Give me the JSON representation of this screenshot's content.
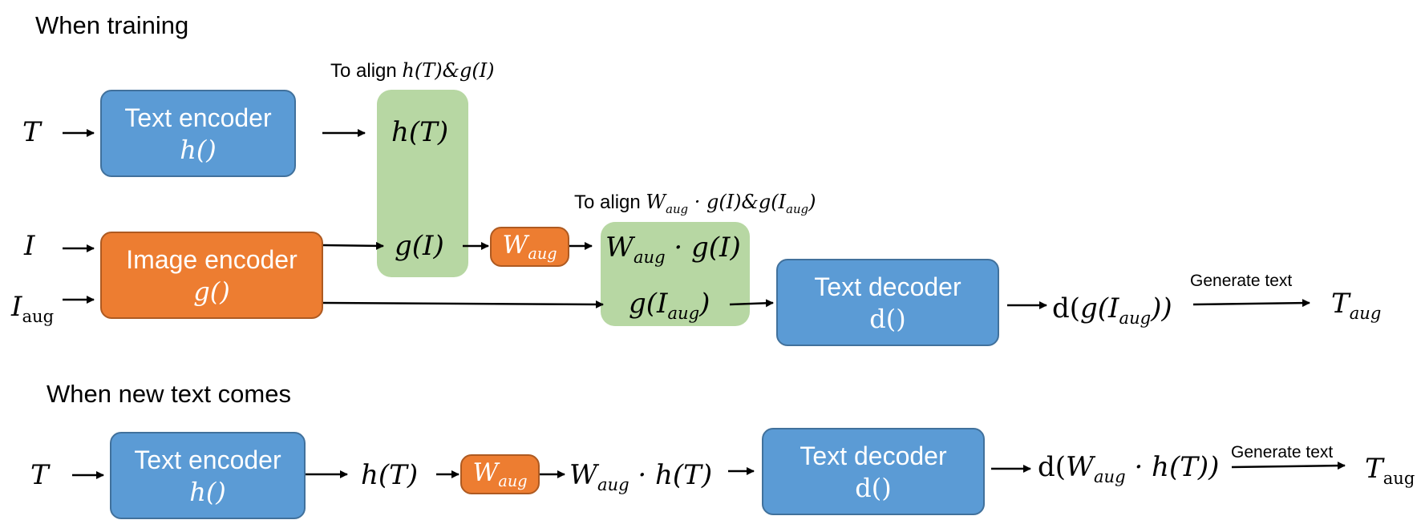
{
  "sections": {
    "training": "When training",
    "new_text": "When new text comes"
  },
  "training": {
    "input_T": "T",
    "input_I": "I",
    "input_Iaug_base": "I",
    "input_Iaug_sub": "aug",
    "text_encoder": {
      "title": "Text encoder",
      "func": "h()"
    },
    "image_encoder": {
      "title": "Image encoder",
      "func": "g()"
    },
    "align1_prefix": "To align",
    "align1_math": "h(T)&g(I)",
    "hT": "h(T)",
    "gI": "g(I)",
    "w_base": "W",
    "w_sub": "aug",
    "align2_prefix": "To align",
    "waug_gI_suffix": "· g(I)",
    "align2_mid": "· g(I)&g(I",
    "align2_end": ")",
    "gIaug_prefix": "g(I",
    "gIaug_suffix": ")",
    "text_decoder": {
      "title": "Text decoder",
      "func": "d()"
    },
    "d_out_prefix": "d(",
    "d_out_mid": "g(I",
    "d_out_suffix": "))",
    "generate_label": "Generate text",
    "output_base": "T",
    "output_sub": "aug"
  },
  "inference": {
    "input_T": "T",
    "text_encoder": {
      "title": "Text encoder",
      "func": "h()"
    },
    "hT": "h(T)",
    "w_base": "W",
    "w_sub": "aug",
    "waug_hT_suffix": "· h(T)",
    "text_decoder": {
      "title": "Text decoder",
      "func": "d()"
    },
    "d_out_prefix": "d(",
    "d_out_suffix": "· h(T))",
    "generate_label": "Generate text",
    "output_base": "T",
    "output_sub": "aug"
  },
  "colors": {
    "blue_box": "#5b9bd5",
    "orange_box": "#ed7d31",
    "green_box": "#b7d7a3"
  }
}
